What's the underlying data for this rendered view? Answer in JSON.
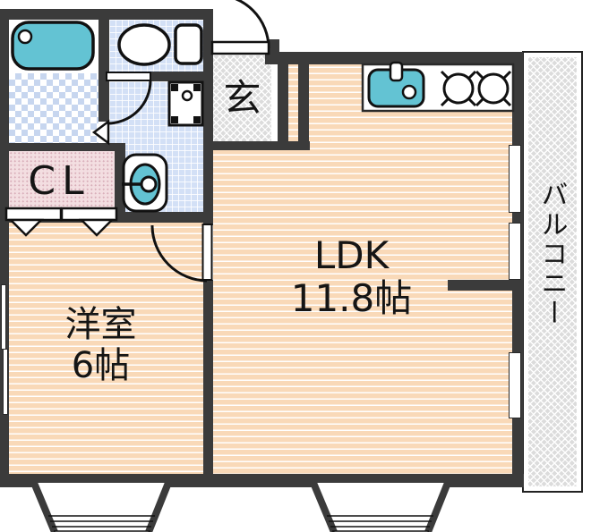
{
  "title": "1LDK apartment floor plan",
  "rooms": {
    "ldk": {
      "label": "LDK",
      "size": "11.8帖"
    },
    "western_room": {
      "label": "洋室",
      "size": "6帖"
    },
    "entrance": {
      "label": "玄"
    },
    "closet": {
      "label": "CL"
    },
    "balcony": {
      "label": "バルコニー"
    }
  },
  "fixtures": [
    "bathtub",
    "toilet",
    "washing-machine-pan",
    "washbasin",
    "kitchen-sink",
    "gas-stove-2-burners",
    "entrance-door",
    "toilet-door",
    "bedroom-door",
    "bath-folding-door",
    "closet-doors",
    "bay-window-left",
    "bay-window-right"
  ],
  "colors": {
    "wall": "#3b3b3b",
    "wood_floor": "#f9d9b8",
    "tile_floor": "#d3e0f6",
    "fixture_cyan": "#63c3d3",
    "closet_pink": "#f3dee1",
    "hatch_gray": "#dcdcdc"
  }
}
